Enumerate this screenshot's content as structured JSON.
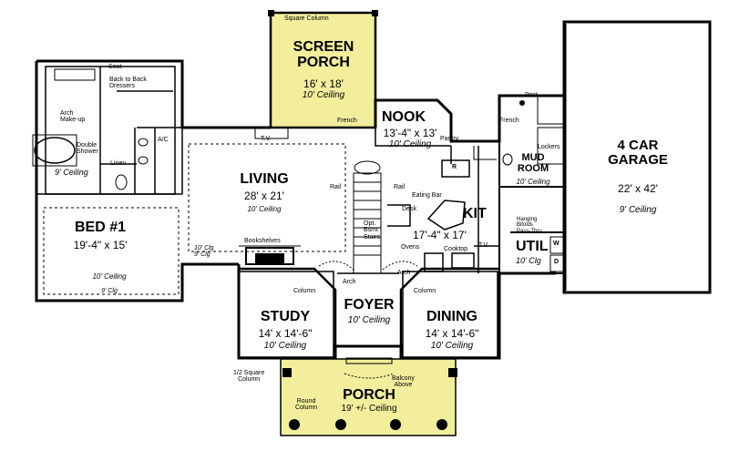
{
  "colors": {
    "porch_fill": "#f2ee9c",
    "wall": "#000000",
    "background": "#ffffff"
  },
  "rooms": {
    "screen_porch": {
      "name": "SCREEN\nPORCH",
      "size": "16' x 18'",
      "ceiling": "10' Ceiling"
    },
    "nook": {
      "name": "NOOK",
      "size": "13'-4\" x 13'",
      "ceiling": "10' Ceiling"
    },
    "garage": {
      "name": "4 CAR\nGARAGE",
      "size": "22' x 42'",
      "ceiling": "9' Ceiling"
    },
    "living": {
      "name": "LIVING",
      "size": "28' x 21'",
      "ceiling": "10' Ceiling"
    },
    "bed1": {
      "name": "BED #1",
      "size": "19'-4\" x 15'",
      "ceiling": "10' Ceiling"
    },
    "kit": {
      "name": "KIT",
      "size": "17'-4\" x 17'"
    },
    "mud_room": {
      "name": "MUD\nROOM",
      "ceiling": "10' Ceiling"
    },
    "util": {
      "name": "UTIL",
      "ceiling": "10' Clg"
    },
    "study": {
      "name": "STUDY",
      "size": "14' x 14'-6\"",
      "ceiling": "10' Ceiling"
    },
    "foyer": {
      "name": "FOYER",
      "ceiling": "10' Ceiling"
    },
    "dining": {
      "name": "DINING",
      "size": "14' x 14'-6\"",
      "ceiling": "10' Ceiling"
    },
    "porch": {
      "name": "PORCH",
      "size": "19' +/- Ceiling"
    }
  },
  "notes": {
    "square_column": "Square Column",
    "seat": "Seat",
    "back_to_back_dressers": "Back to Back\nDressers",
    "arch_makeup": "Arch\nMake-up",
    "double_shower": "Double\nShower",
    "nine_ceiling": "9' Ceiling",
    "linen": "Linen",
    "ac": "A/C",
    "tv": "T.V.",
    "french_porch": "French",
    "french_garage": "French",
    "post": "Post",
    "pantry": "Pantry",
    "refrigerator": "R",
    "lockers": "Lockers",
    "rail_left": "Rail",
    "rail_right": "Rail",
    "eating_bar": "Eating Bar",
    "desk": "Desk",
    "opt_bsmt_stairs": "Opt.\nBsmt\nStairs",
    "ovens": "Ovens",
    "cooktop": "Cooktop",
    "tv_kit": "T.V.",
    "bifolds": "Hanging\nBifolds\nPass-Thru",
    "ten_clg": "10' Clg\n9' Clg",
    "bookshelves": "Bookshelves",
    "ten_ceiling_bed": "10' Ceiling",
    "nine_clg_bed": "9' Clg",
    "column_left": "Column",
    "arch_left": "Arch",
    "arch_right": "Arch",
    "column_right": "Column",
    "half_square_column": "1/2 Square\nColumn",
    "round_column": "Round\nColumn",
    "balcony_above": "Balcony\nAbove",
    "washer": "W",
    "dryer": "D"
  }
}
